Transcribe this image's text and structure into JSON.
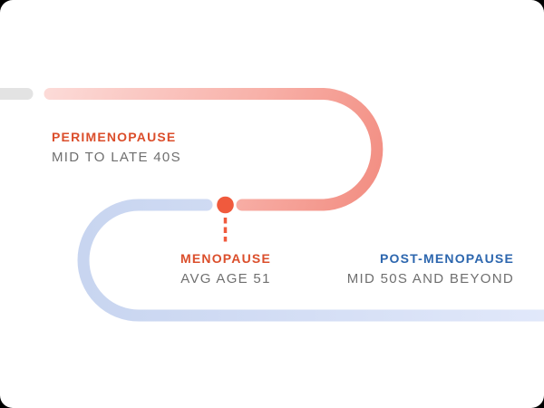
{
  "infographic": {
    "description": "Menopause stages timeline",
    "stages": [
      {
        "id": "perimenopause",
        "label": "PERIMENOPAUSE",
        "sublabel": "MID TO LATE 40S",
        "label_color": "#DB4E2B"
      },
      {
        "id": "menopause",
        "label": "MENOPAUSE",
        "sublabel": "AVG AGE 51",
        "label_color": "#DB4E2B"
      },
      {
        "id": "post-menopause",
        "label": "POST-MENOPAUSE",
        "sublabel": "MID 50S AND BEYOND",
        "label_color": "#2C66AE"
      }
    ]
  },
  "colors": {
    "card_background": "#FFFFFF",
    "outside_background": "#000000",
    "pre_segment_gray": "#E3E3E3",
    "peri_gradient": [
      "#FCDAD7",
      "#F8B2AA",
      "#F28C80"
    ],
    "post_gradient": [
      "#C8D5F0",
      "#E1E8FA"
    ],
    "milestone_dot": "#F05A3D",
    "subtitle_text": "#6F6F6F"
  }
}
